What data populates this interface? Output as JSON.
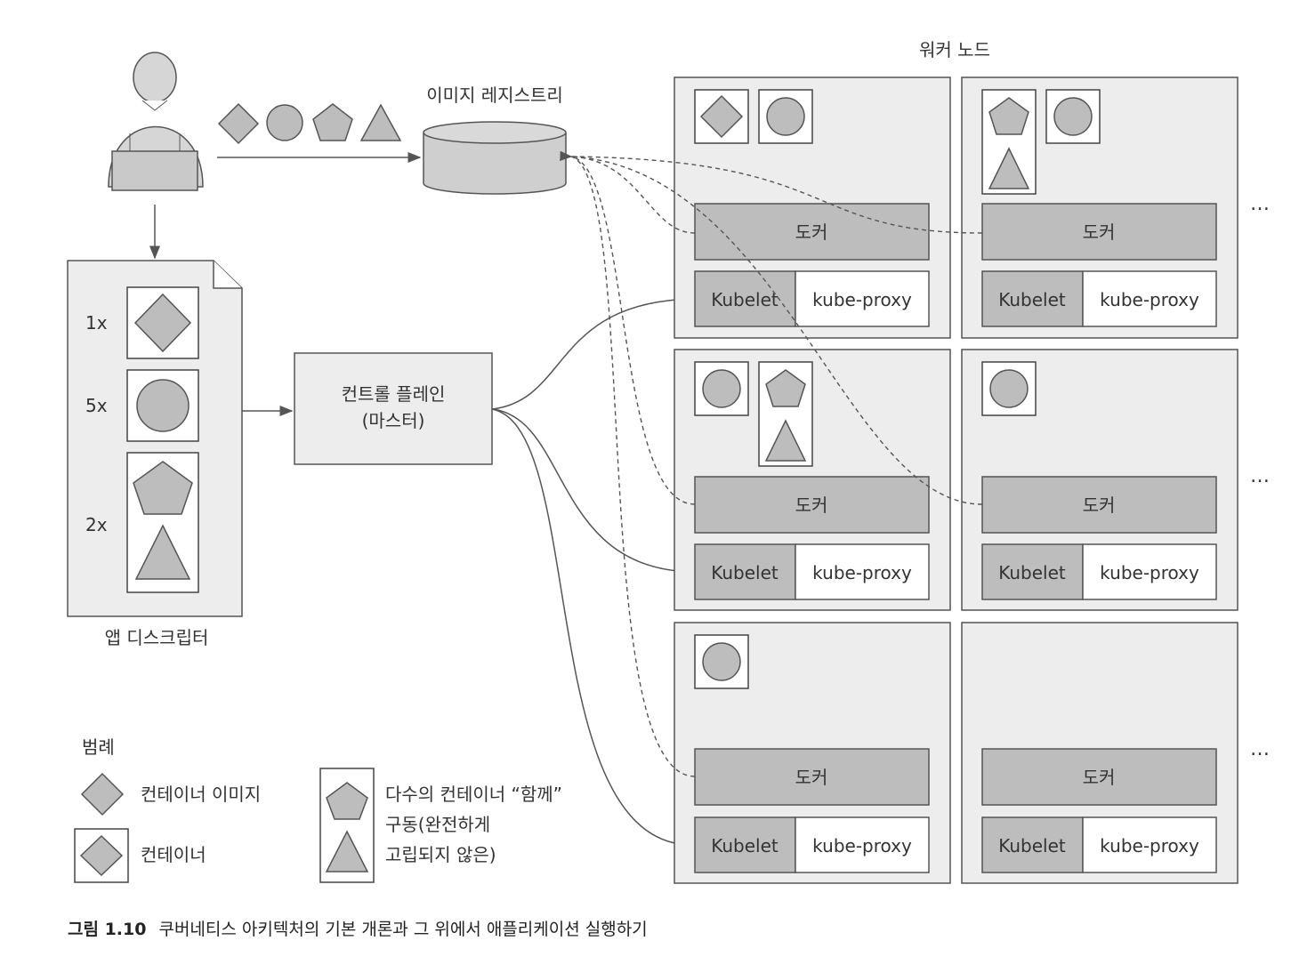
{
  "diagram": {
    "worker_nodes_title": "워커 노드",
    "registry_label": "이미지 레지스트리",
    "app_descriptor_label": "앱 디스크립터",
    "control_plane_line1": "컨트롤 플레인",
    "control_plane_line2": "(마스터)",
    "replica_counts": [
      "1x",
      "5x",
      "2x"
    ],
    "docker_label": "도커",
    "kubelet_label": "Kubelet",
    "kube_proxy_label": "kube-proxy",
    "ellipsis": "…"
  },
  "legend": {
    "title": "범례",
    "container_image": "컨테이너 이미지",
    "container": "컨테이너",
    "multi_line1": "다수의 컨테이너 “함께”",
    "multi_line2": "구동(완전하게",
    "multi_line3": "고립되지 않은)"
  },
  "caption": {
    "figure_number": "그림 1.10",
    "text": "쿠버네티스 아키텍처의 기본 개론과 그 위에서 애플리케이션 실행하기"
  },
  "colors": {
    "node_fill": "#ededed",
    "shape_fill": "#bdbdbd",
    "docker_fill": "#bdbdbd",
    "stroke": "#555555"
  }
}
